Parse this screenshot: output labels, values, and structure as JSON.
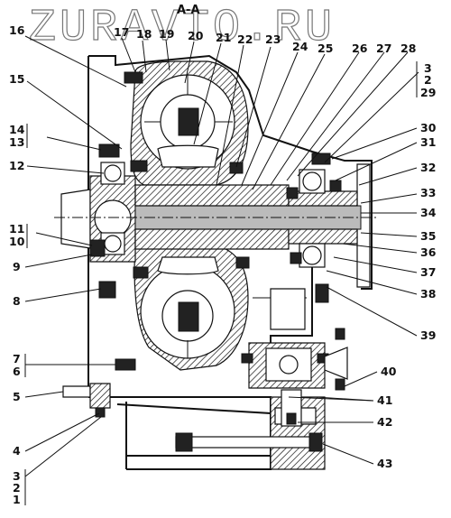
{
  "watermark": "ZURAVTO.RU",
  "section_label": "А-А",
  "callouts": [
    {
      "id": "16",
      "text": "16"
    },
    {
      "id": "17",
      "text": "17"
    },
    {
      "id": "18",
      "text": "18"
    },
    {
      "id": "19",
      "text": "19"
    },
    {
      "id": "20",
      "text": "20"
    },
    {
      "id": "21",
      "text": "21"
    },
    {
      "id": "22",
      "text": "22"
    },
    {
      "id": "23",
      "text": "23"
    },
    {
      "id": "24",
      "text": "24"
    },
    {
      "id": "25",
      "text": "25"
    },
    {
      "id": "26",
      "text": "26"
    },
    {
      "id": "27",
      "text": "27"
    },
    {
      "id": "28",
      "text": "28"
    },
    {
      "id": "3r",
      "text": "3"
    },
    {
      "id": "2r",
      "text": "2"
    },
    {
      "id": "29",
      "text": "29"
    },
    {
      "id": "15",
      "text": "15"
    },
    {
      "id": "30",
      "text": "30"
    },
    {
      "id": "14",
      "text": "14"
    },
    {
      "id": "13",
      "text": "13"
    },
    {
      "id": "31",
      "text": "31"
    },
    {
      "id": "12",
      "text": "12"
    },
    {
      "id": "32",
      "text": "32"
    },
    {
      "id": "33",
      "text": "33"
    },
    {
      "id": "34",
      "text": "34"
    },
    {
      "id": "11",
      "text": "11"
    },
    {
      "id": "10",
      "text": "10"
    },
    {
      "id": "35",
      "text": "35"
    },
    {
      "id": "36",
      "text": "36"
    },
    {
      "id": "9",
      "text": "9"
    },
    {
      "id": "37",
      "text": "37"
    },
    {
      "id": "8",
      "text": "8"
    },
    {
      "id": "38",
      "text": "38"
    },
    {
      "id": "39",
      "text": "39"
    },
    {
      "id": "7",
      "text": "7"
    },
    {
      "id": "6",
      "text": "6"
    },
    {
      "id": "40",
      "text": "40"
    },
    {
      "id": "5",
      "text": "5"
    },
    {
      "id": "41",
      "text": "41"
    },
    {
      "id": "42",
      "text": "42"
    },
    {
      "id": "4",
      "text": "4"
    },
    {
      "id": "43",
      "text": "43"
    },
    {
      "id": "3l",
      "text": "3"
    },
    {
      "id": "2l",
      "text": "2"
    },
    {
      "id": "1",
      "text": "1"
    }
  ]
}
